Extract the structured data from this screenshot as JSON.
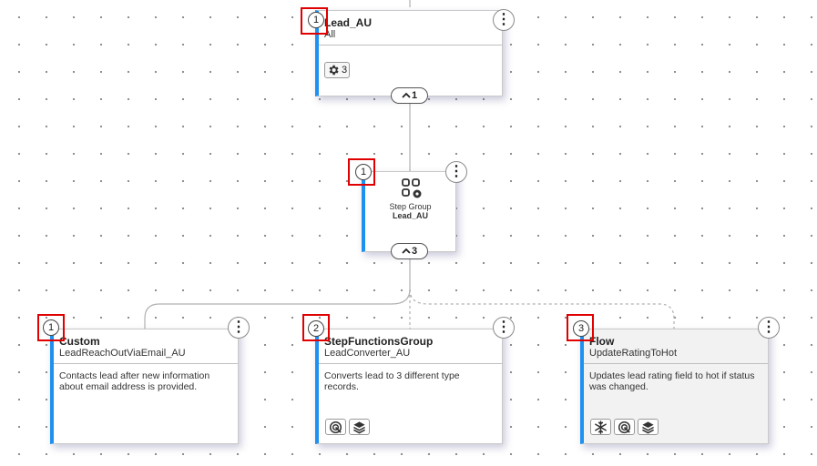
{
  "nodes": {
    "lead_au": {
      "badge": "1",
      "title": "Lead_AU",
      "subtitle": "All",
      "settings_count": "3",
      "collapse_count": "1"
    },
    "step_group": {
      "badge": "1",
      "type_label": "Step Group",
      "name": "Lead_AU",
      "collapse_count": "3"
    },
    "custom": {
      "badge": "1",
      "title": "Custom",
      "subtitle": "LeadReachOutViaEmail_AU",
      "description": "Contacts lead after new information about email address is provided."
    },
    "step_functions_group": {
      "badge": "2",
      "title": "StepFunctionsGroup",
      "subtitle": "LeadConverter_AU",
      "description": "Converts lead to 3 different type records.",
      "icons": [
        "target-icon",
        "layers-icon"
      ]
    },
    "flow": {
      "badge": "3",
      "title": "Flow",
      "subtitle": "UpdateRatingToHot",
      "description": "Updates lead rating field to hot if status was changed.",
      "icons": [
        "snowflake-icon",
        "target-icon",
        "layers-icon"
      ]
    }
  },
  "menu_icon": "more-vertical-icon",
  "colors": {
    "accent": "#1e90f0",
    "highlight": "#e00000"
  }
}
